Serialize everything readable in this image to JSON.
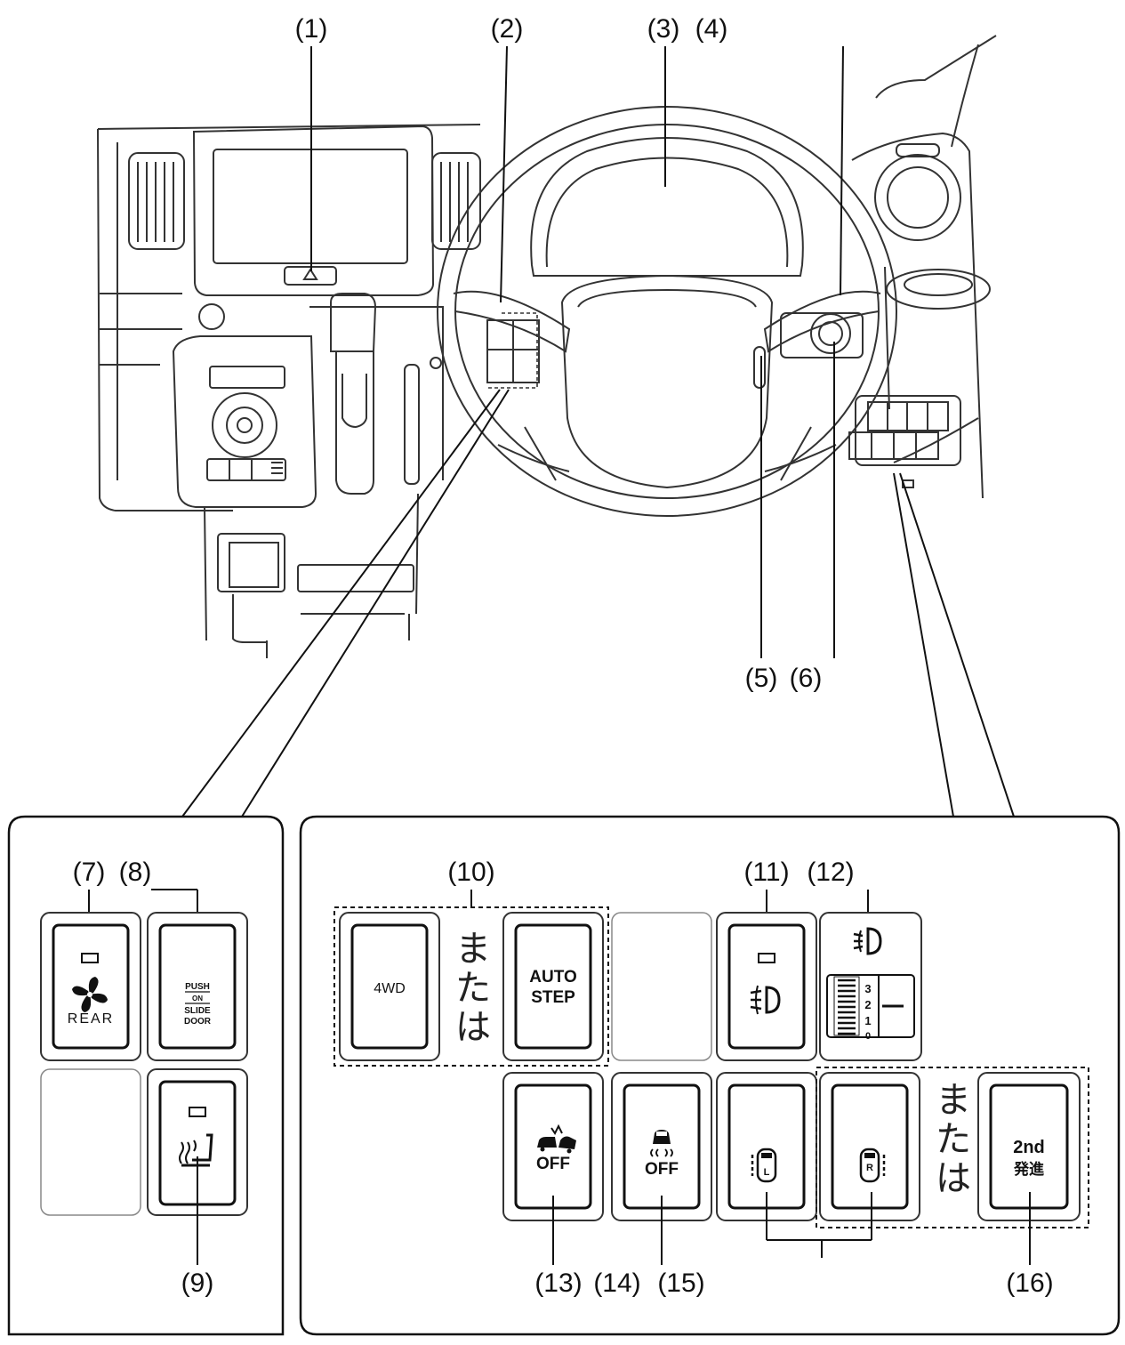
{
  "callouts": {
    "c1": "(1)",
    "c2": "(2)",
    "c3": "(3)",
    "c4": "(4)",
    "c5": "(5)",
    "c6": "(6)",
    "c7": "(7)",
    "c8": "(8)",
    "c9": "(9)",
    "c10": "(10)",
    "c11": "(11)",
    "c12": "(12)",
    "c13": "(13)",
    "c14": "(14)",
    "c15": "(15)",
    "c16": "(16)"
  },
  "connector": "または",
  "left_panel": {
    "rear_label": "REAR",
    "push_label": "PUSH",
    "on_label": "ON",
    "slide_label": "SLIDE",
    "door_label": "DOOR"
  },
  "right_panel": {
    "fourwd_label": "4WD",
    "auto_label": "AUTO",
    "step_label": "STEP",
    "off_label": "OFF",
    "l_label": "L",
    "r_label": "R",
    "second_label": "2nd",
    "start_label": "発進",
    "dial": [
      "3",
      "2",
      "1",
      "0"
    ]
  },
  "icons": [
    "rear-fan-icon",
    "seat-heater-icon",
    "fog-lamp-icon",
    "headlamp-level-icon",
    "collision-off-icon",
    "esp-off-icon",
    "door-left-icon",
    "door-right-icon"
  ]
}
